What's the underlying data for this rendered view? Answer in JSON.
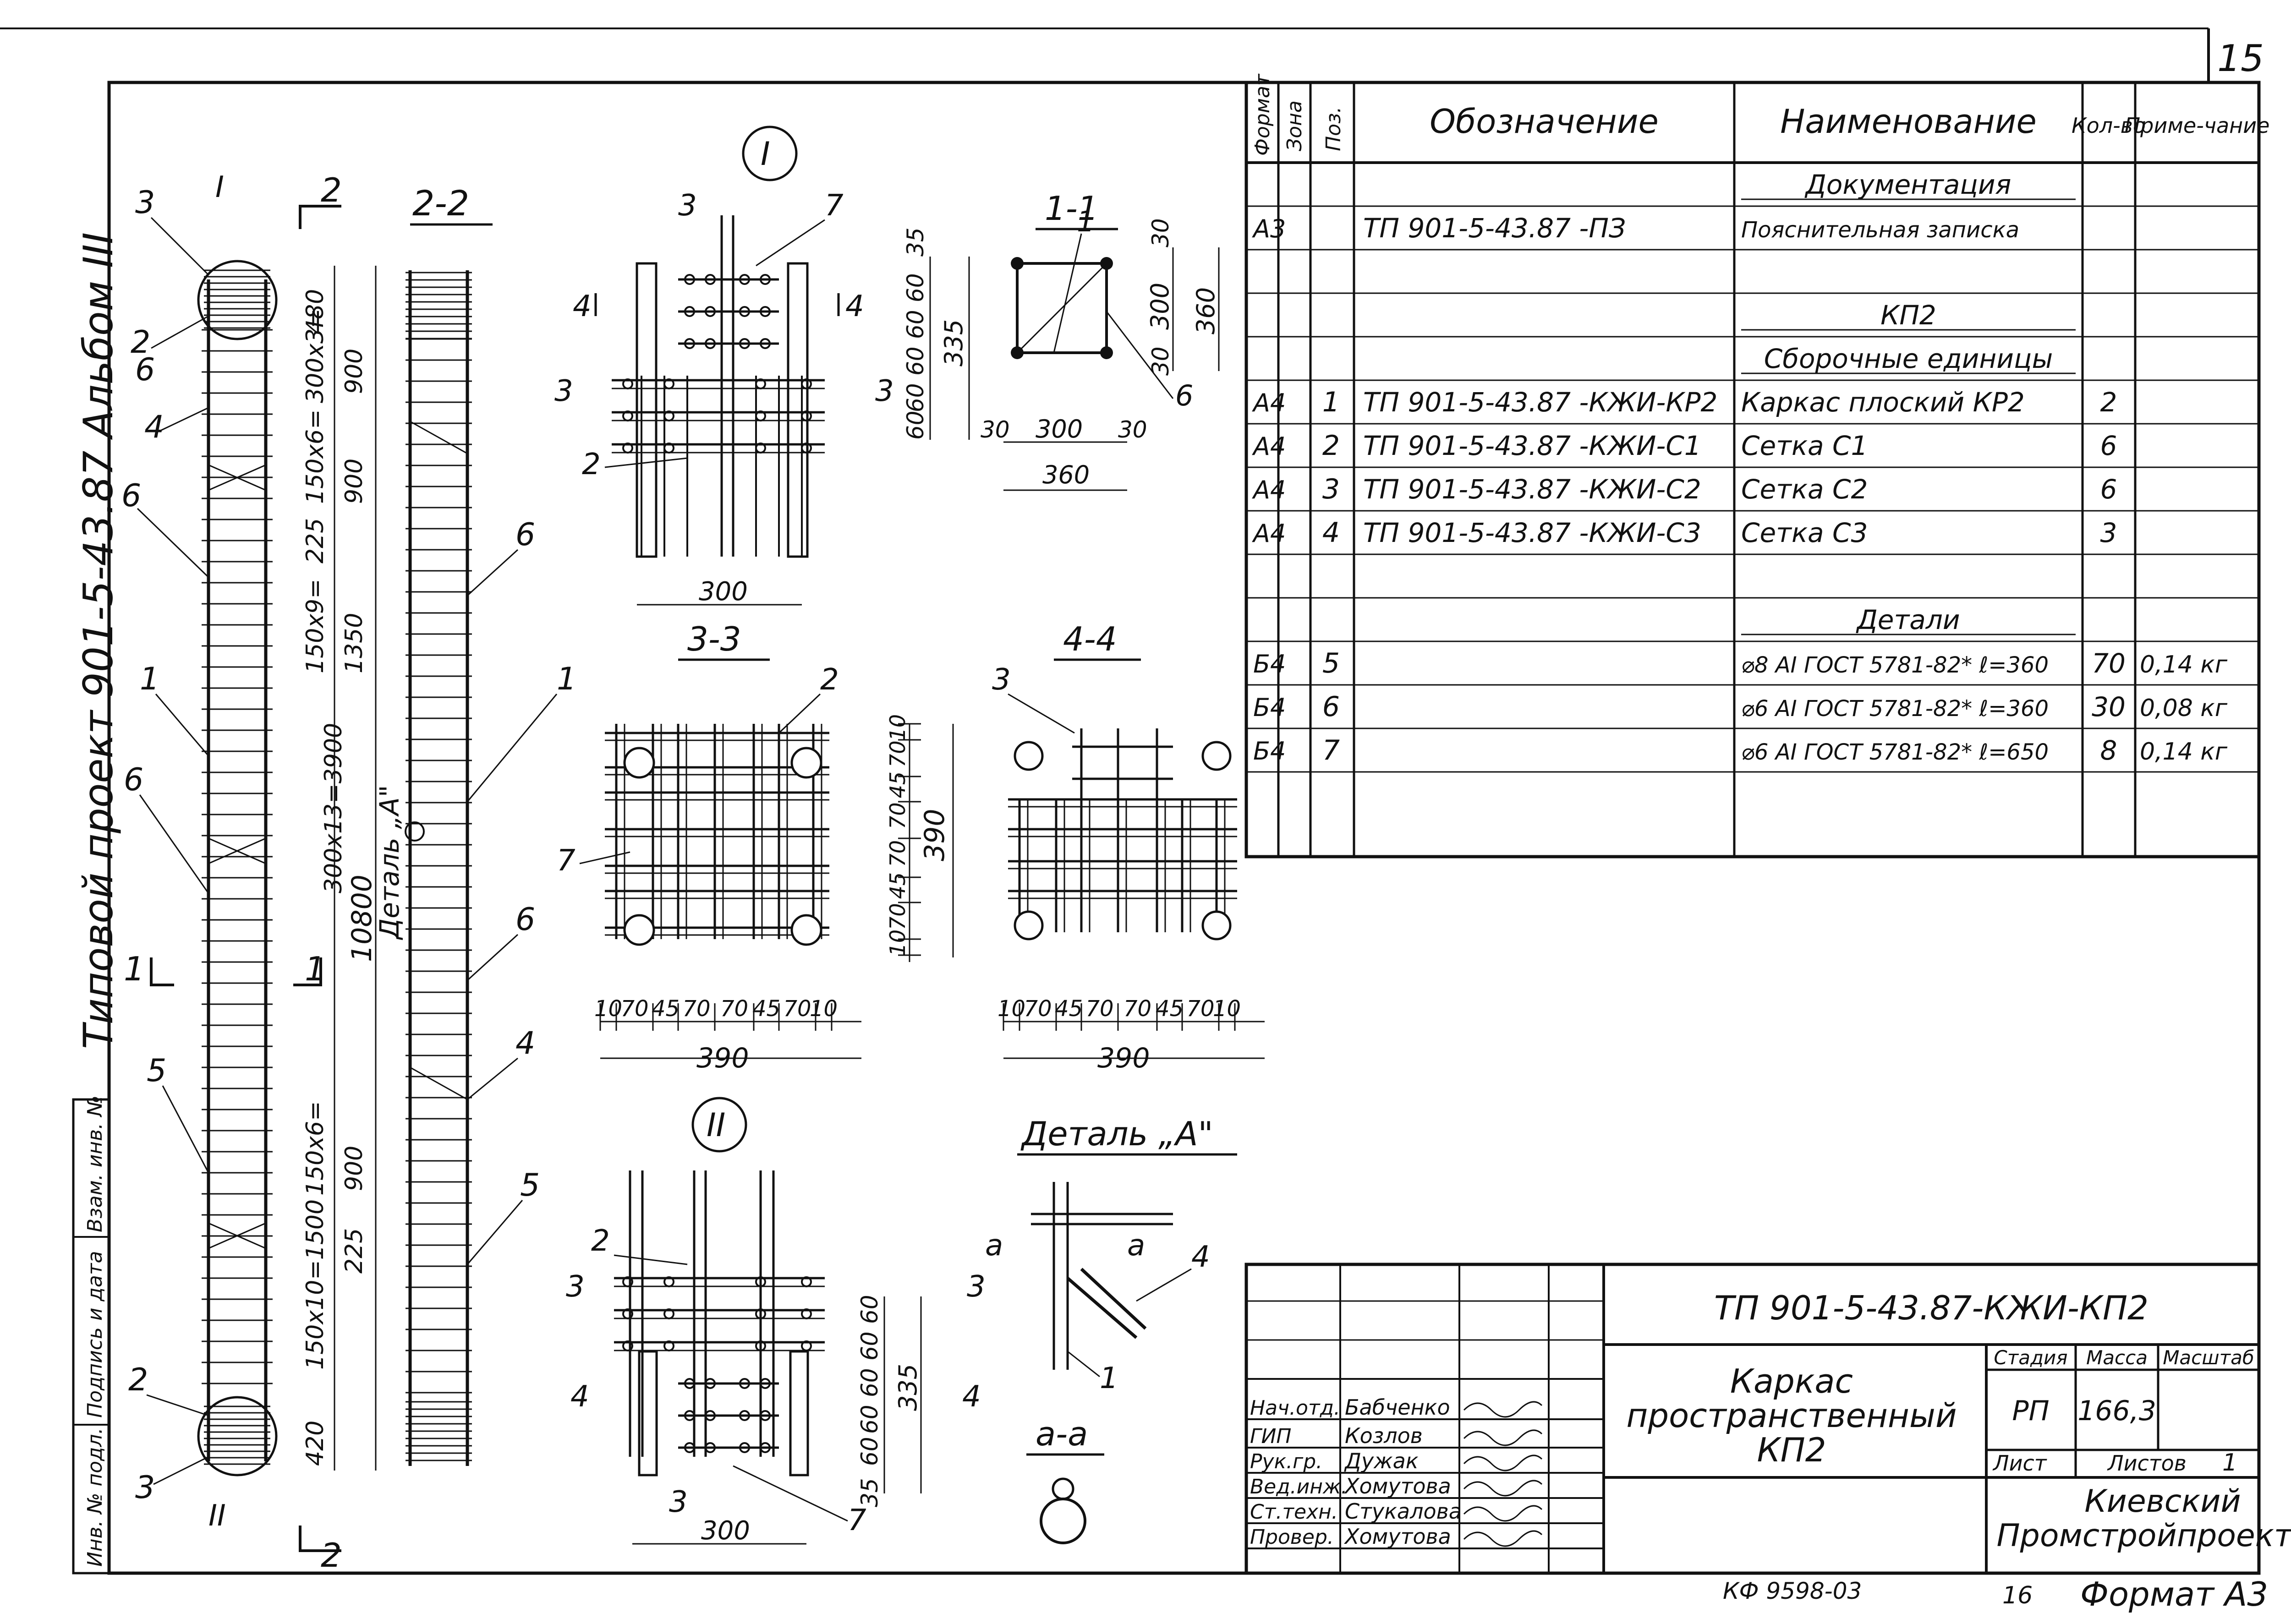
{
  "sheet": {
    "page_number": "15",
    "bottom_page_number": "16",
    "archive_code": "КФ 9598-03",
    "format_note": "Формат А3"
  },
  "margin": {
    "title": "Типовой проект 901-5-43.87  Альбом III",
    "stamp_cells": [
      "Инв. № подл.",
      "Подпись и дата",
      "Взам. инв. №"
    ]
  },
  "views": {
    "elevation_2_2": "2-2",
    "detail_I": "I",
    "detail_II": "II",
    "section_1_1": "1-1",
    "section_3_3": "3-3",
    "section_4_4": "4-4",
    "detail_A": "Деталь „А\"",
    "detail_A_ref": "Деталь „А\"",
    "section_a_a": "а-а",
    "cut_2": "2",
    "cut_1": "1",
    "cut_3": "3",
    "cut_4": "4",
    "cut_a": "а"
  },
  "dimensions": {
    "elev": [
      "480",
      "300x3=",
      "900",
      "150x6=",
      "900",
      "225",
      "150x9=",
      "1350",
      "300x13=3900",
      "10800",
      "150x6=",
      "900",
      "225",
      "150x10=1500",
      "420"
    ],
    "d1": [
      "35",
      "60",
      "60",
      "60",
      "60",
      "60",
      "335",
      "300"
    ],
    "d2": [
      "60",
      "60",
      "60",
      "60",
      "60",
      "335",
      "35",
      "300"
    ],
    "s11": [
      "30",
      "300",
      "30",
      "360",
      "30",
      "300",
      "30",
      "360"
    ],
    "s33_horiz": [
      "10",
      "70",
      "45",
      "70",
      "70",
      "45",
      "70",
      "10",
      "390"
    ],
    "s33_vert": [
      "10",
      "70",
      "45",
      "70",
      "70",
      "45",
      "70",
      "10",
      "390"
    ],
    "s44_horiz": [
      "10",
      "70",
      "45",
      "70",
      "70",
      "45",
      "70",
      "10",
      "390"
    ]
  },
  "callouts": {
    "left": [
      "3",
      "2",
      "6",
      "4",
      "6",
      "1",
      "6",
      "5",
      "2",
      "3"
    ],
    "mid": [
      "6",
      "1",
      "6",
      "4",
      "5"
    ],
    "d1": [
      "3",
      "7",
      "2"
    ],
    "s11": [
      "1",
      "6"
    ],
    "s33": [
      "2",
      "7"
    ],
    "s44": [
      "3"
    ],
    "d2": [
      "2",
      "3",
      "7"
    ],
    "dA": [
      "4",
      "1"
    ]
  },
  "spec": {
    "headers": {
      "format": "Формат",
      "zone": "Зона",
      "pos": "Поз.",
      "designation": "Обозначение",
      "name": "Наименование",
      "qty": "Кол-во",
      "note": "Приме-чание"
    },
    "rows": [
      {
        "format": "",
        "pos": "",
        "designation": "",
        "name": "Документация",
        "qty": "",
        "note": "",
        "heading": true
      },
      {
        "format": "А3",
        "pos": "",
        "designation": "ТП 901-5-43.87 -ПЗ",
        "name": "Пояснительная записка",
        "qty": "",
        "note": ""
      },
      {
        "format": "",
        "pos": "",
        "designation": "",
        "name": "",
        "qty": "",
        "note": ""
      },
      {
        "format": "",
        "pos": "",
        "designation": "",
        "name": "КП2",
        "qty": "",
        "note": "",
        "heading": true
      },
      {
        "format": "",
        "pos": "",
        "designation": "",
        "name": "Сборочные единицы",
        "qty": "",
        "note": "",
        "heading": true
      },
      {
        "format": "А4",
        "pos": "1",
        "designation": "ТП 901-5-43.87 -КЖИ-КР2",
        "name": "Каркас плоский КР2",
        "qty": "2",
        "note": ""
      },
      {
        "format": "А4",
        "pos": "2",
        "designation": "ТП 901-5-43.87 -КЖИ-С1",
        "name": "Сетка С1",
        "qty": "6",
        "note": ""
      },
      {
        "format": "А4",
        "pos": "3",
        "designation": "ТП 901-5-43.87 -КЖИ-С2",
        "name": "Сетка С2",
        "qty": "6",
        "note": ""
      },
      {
        "format": "А4",
        "pos": "4",
        "designation": "ТП 901-5-43.87 -КЖИ-С3",
        "name": "Сетка С3",
        "qty": "3",
        "note": ""
      },
      {
        "format": "",
        "pos": "",
        "designation": "",
        "name": "",
        "qty": "",
        "note": ""
      },
      {
        "format": "",
        "pos": "",
        "designation": "",
        "name": "Детали",
        "qty": "",
        "note": "",
        "heading": true
      },
      {
        "format": "Б4",
        "pos": "5",
        "designation": "",
        "name": "⌀8 АI ГОСТ 5781-82* ℓ=360",
        "qty": "70",
        "note": "0,14 кг"
      },
      {
        "format": "Б4",
        "pos": "6",
        "designation": "",
        "name": "⌀6 АI ГОСТ 5781-82* ℓ=360",
        "qty": "30",
        "note": "0,08 кг"
      },
      {
        "format": "Б4",
        "pos": "7",
        "designation": "",
        "name": "⌀6 АI ГОСТ 5781-82* ℓ=650",
        "qty": "8",
        "note": "0,14 кг"
      }
    ]
  },
  "title_block": {
    "code": "ТП 901-5-43.87-КЖИ-КП2",
    "title_l1": "Каркас",
    "title_l2": "пространственный",
    "title_l3": "КП2",
    "stage_h": "Стадия",
    "mass_h": "Масса",
    "scale_h": "Масштаб",
    "stage": "РП",
    "mass": "166,3",
    "scale": "",
    "sheet_h": "Лист",
    "sheets_h": "Листов",
    "sheets": "1",
    "org_l1": "Киевский",
    "org_l2": "Промстройпроект",
    "people": [
      {
        "role": "Нач.отд.",
        "name": "Бабченко"
      },
      {
        "role": "ГИП",
        "name": "Козлов"
      },
      {
        "role": "Рук.гр.",
        "name": "Дужак"
      },
      {
        "role": "Вед.инж.",
        "name": "Хомутова"
      },
      {
        "role": "Ст.техн.",
        "name": "Стукалова"
      },
      {
        "role": "Провер.",
        "name": "Хомутова"
      }
    ]
  }
}
